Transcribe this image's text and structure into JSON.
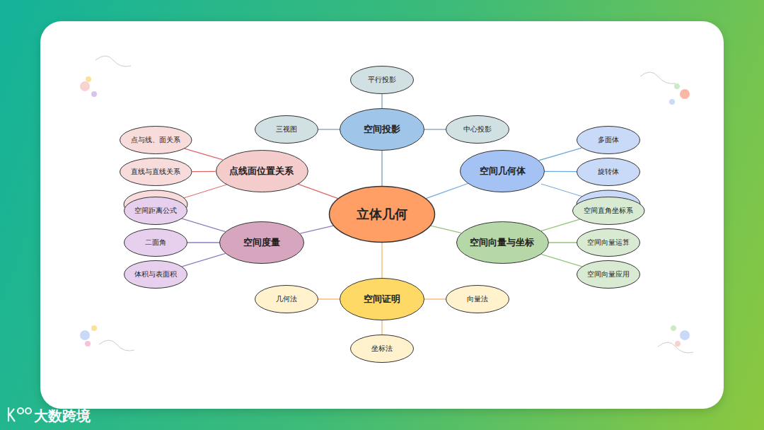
{
  "diagram": {
    "nodes": [
      {
        "text": [
          "立体几何"
        ]
      },
      {
        "text": [
          "空间投影"
        ]
      },
      {
        "text": [
          "平行投影"
        ]
      },
      {
        "text": [
          "三视图"
        ]
      },
      {
        "text": [
          "中心投影"
        ]
      },
      {
        "text": [
          "点线面位置关系"
        ]
      },
      {
        "text": [
          "点与线、面关系"
        ]
      },
      {
        "text": [
          "直线与直线关系"
        ]
      },
      {
        "text": [
          "空间几何体"
        ]
      },
      {
        "text": [
          "多面体"
        ]
      },
      {
        "text": [
          "旋转体"
        ]
      },
      {
        "text": [
          "空间度量"
        ]
      },
      {
        "text": [
          "空间距离公式"
        ]
      },
      {
        "text": [
          "二面角"
        ]
      },
      {
        "text": [
          "体积与表面积"
        ]
      },
      {
        "text": [
          "空间向量与坐标"
        ]
      },
      {
        "text": [
          "空间直角坐标系"
        ]
      },
      {
        "text": [
          "空间向量运算"
        ]
      },
      {
        "text": [
          "空间向量应用"
        ]
      },
      {
        "text": [
          "空间证明"
        ]
      },
      {
        "text": [
          "几何法"
        ]
      },
      {
        "text": [
          "向量法"
        ]
      },
      {
        "text": [
          "坐标法"
        ]
      }
    ],
    "edges": [
      {
        "from": 0,
        "to": 1,
        "arrow": "none"
      },
      {
        "from": 1,
        "to": 2,
        "arrow": "none"
      },
      {
        "from": 1,
        "to": 3,
        "arrow": "none"
      },
      {
        "from": 1,
        "to": 4,
        "arrow": "none"
      },
      {
        "from": 0,
        "to": 5,
        "arrow": "none"
      },
      {
        "from": 5,
        "to": 6,
        "arrow": "none"
      },
      {
        "from": 5,
        "to": 7,
        "arrow": "none"
      },
      {
        "from": 0,
        "to": 8,
        "arrow": "none"
      },
      {
        "from": 8,
        "to": 9,
        "arrow": "none"
      },
      {
        "from": 8,
        "to": 10,
        "arrow": "none"
      },
      {
        "from": 0,
        "to": 11,
        "arrow": "none"
      },
      {
        "from": 11,
        "to": 12,
        "arrow": "none"
      },
      {
        "from": 11,
        "to": 13,
        "arrow": "none"
      },
      {
        "from": 11,
        "to": 14,
        "arrow": "none"
      },
      {
        "from": 0,
        "to": 15,
        "arrow": "none"
      },
      {
        "from": 15,
        "to": 16,
        "arrow": "none"
      },
      {
        "from": 15,
        "to": 17,
        "arrow": "none"
      },
      {
        "from": 15,
        "to": 18,
        "arrow": "none"
      },
      {
        "from": 0,
        "to": 19,
        "arrow": "none"
      },
      {
        "from": 19,
        "to": 20,
        "arrow": "none"
      },
      {
        "from": 19,
        "to": 21,
        "arrow": "none"
      },
      {
        "from": 19,
        "to": 22,
        "arrow": "none"
      }
    ],
    "labels": [
      "大数跨境"
    ]
  }
}
